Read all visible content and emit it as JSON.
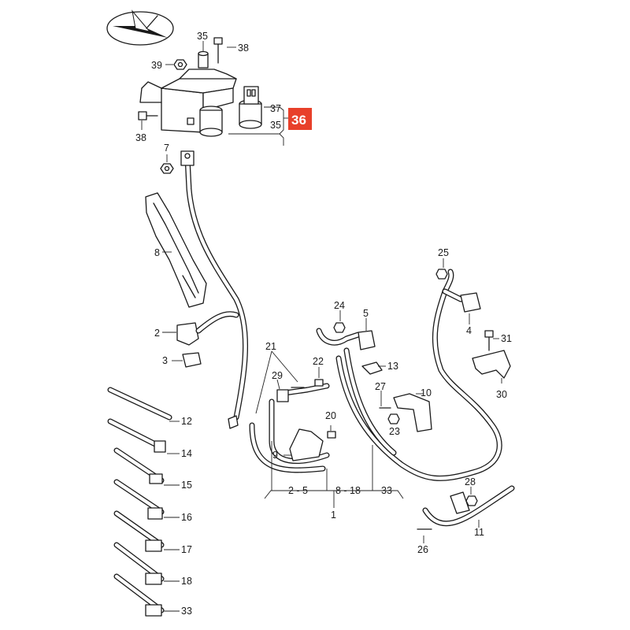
{
  "diagram": {
    "labels": {
      "l35a": "35",
      "l38a": "38",
      "l39": "39",
      "l37": "37",
      "l35b": "35",
      "l38b": "38",
      "l7": "7",
      "l8": "8",
      "l2": "2",
      "l3": "3",
      "l25": "25",
      "l4": "4",
      "l24": "24",
      "l5": "5",
      "l31": "31",
      "l21": "21",
      "l22": "22",
      "l13": "13",
      "l29": "29",
      "l27": "27",
      "l10": "10",
      "l30": "30",
      "l12": "12",
      "l20": "20",
      "l23": "23",
      "l14": "14",
      "l9": "9",
      "l15": "15",
      "l16": "16",
      "l17": "17",
      "l18": "18",
      "l33b": "33",
      "l28": "28",
      "l11": "11",
      "l26": "26",
      "l1": "1",
      "r1": "2 - 5",
      "r2": "8 - 18",
      "r3": "33"
    },
    "badge": {
      "text": "36",
      "color": "#e8402a"
    }
  }
}
